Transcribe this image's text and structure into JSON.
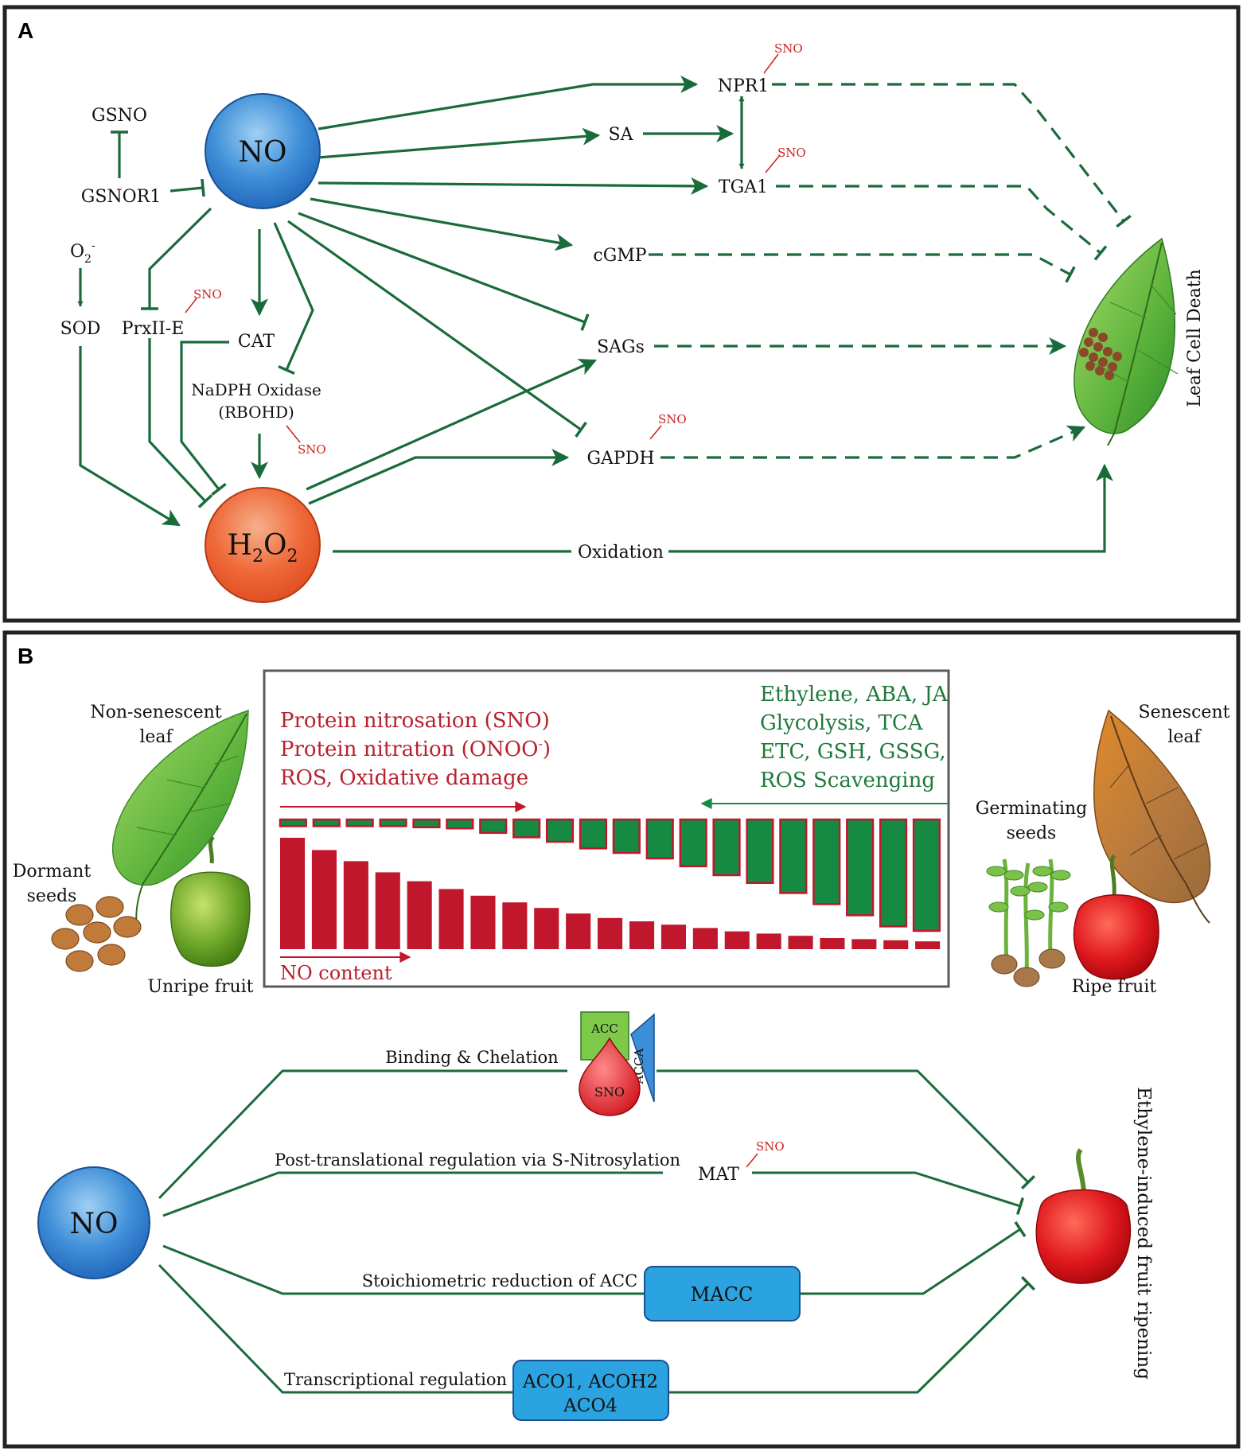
{
  "panel_a": {
    "letter": "A",
    "nodes": {
      "no": "NO",
      "h2o2_h": "H",
      "h2o2_sub1": "2",
      "h2o2_o": "O",
      "h2o2_sub2": "2",
      "gsno": "GSNO",
      "gsnor1": "GSNOR1",
      "o2": "O",
      "o2_sub": "2",
      "o2_sup": "-",
      "sod": "SOD",
      "prx": "PrxII-E",
      "cat": "CAT",
      "nadph_line1": "NaDPH Oxidase",
      "nadph_line2": "(RBOHD)",
      "npr1": "NPR1",
      "sa": "SA",
      "tga1": "TGA1",
      "cgmp": "cGMP",
      "sags": "SAGs",
      "gapdh": "GAPDH",
      "oxidation": "Oxidation",
      "leaf_cell_death": "Leaf Cell Death"
    },
    "sno_tags": [
      "SNO",
      "SNO",
      "SNO",
      "SNO",
      "SNO"
    ],
    "colors": {
      "arrow": "#1a6b3a",
      "no_circle": "#2a7fd0",
      "h2o2_circle": "#ee5a2a",
      "sno": "#cc1f1f"
    }
  },
  "panel_b": {
    "letter": "B",
    "labels": {
      "non_senescent_1": "Non-senescent",
      "non_senescent_2": "leaf",
      "dormant_1": "Dormant",
      "dormant_2": "seeds",
      "unripe": "Unripe fruit",
      "senescent_1": "Senescent",
      "senescent_2": "leaf",
      "germinating_1": "Germinating",
      "germinating_2": "seeds",
      "ripe": "Ripe fruit"
    },
    "red_lines": [
      "Protein nitrosation (SNO)",
      "Protein nitration (ONOO",
      "-",
      ")",
      "ROS, Oxidative damage"
    ],
    "green_lines": [
      "Ethylene, ABA, JA",
      "Glycolysis, TCA",
      "ETC, GSH, GSSG,",
      "ROS Scavenging"
    ],
    "no_content": "NO content",
    "red_bar_levels": [
      100,
      89,
      79,
      69,
      61,
      54,
      48,
      42,
      37,
      32,
      28,
      25,
      22,
      19,
      16,
      14,
      12,
      10,
      9,
      8,
      7
    ],
    "green_bar_levels": [
      6,
      6,
      6,
      6,
      7,
      8,
      12,
      16,
      20,
      26,
      30,
      35,
      42,
      50,
      57,
      66,
      76,
      86,
      96,
      100
    ],
    "colors": {
      "red_bar": "#c0172c",
      "green_bar": "#168a42",
      "box_border": "#5a5a5a"
    },
    "pathway": {
      "no": "NO",
      "binding": "Binding & Chelation",
      "acc": "ACC",
      "acca": "ACCA",
      "sno": "SNO",
      "ptr": "Post-translational regulation via S-Nitrosylation",
      "mat": "MAT",
      "mat_sno": "SNO",
      "stoich": "Stoichiometric reduction of ACC",
      "macc": "MACC",
      "transcr": "Transcriptional regulation",
      "aco_line1": "ACO1, ACOH2",
      "aco_line2": "ACO4",
      "ripening": "Ethylene-induced fruit ripening"
    }
  }
}
